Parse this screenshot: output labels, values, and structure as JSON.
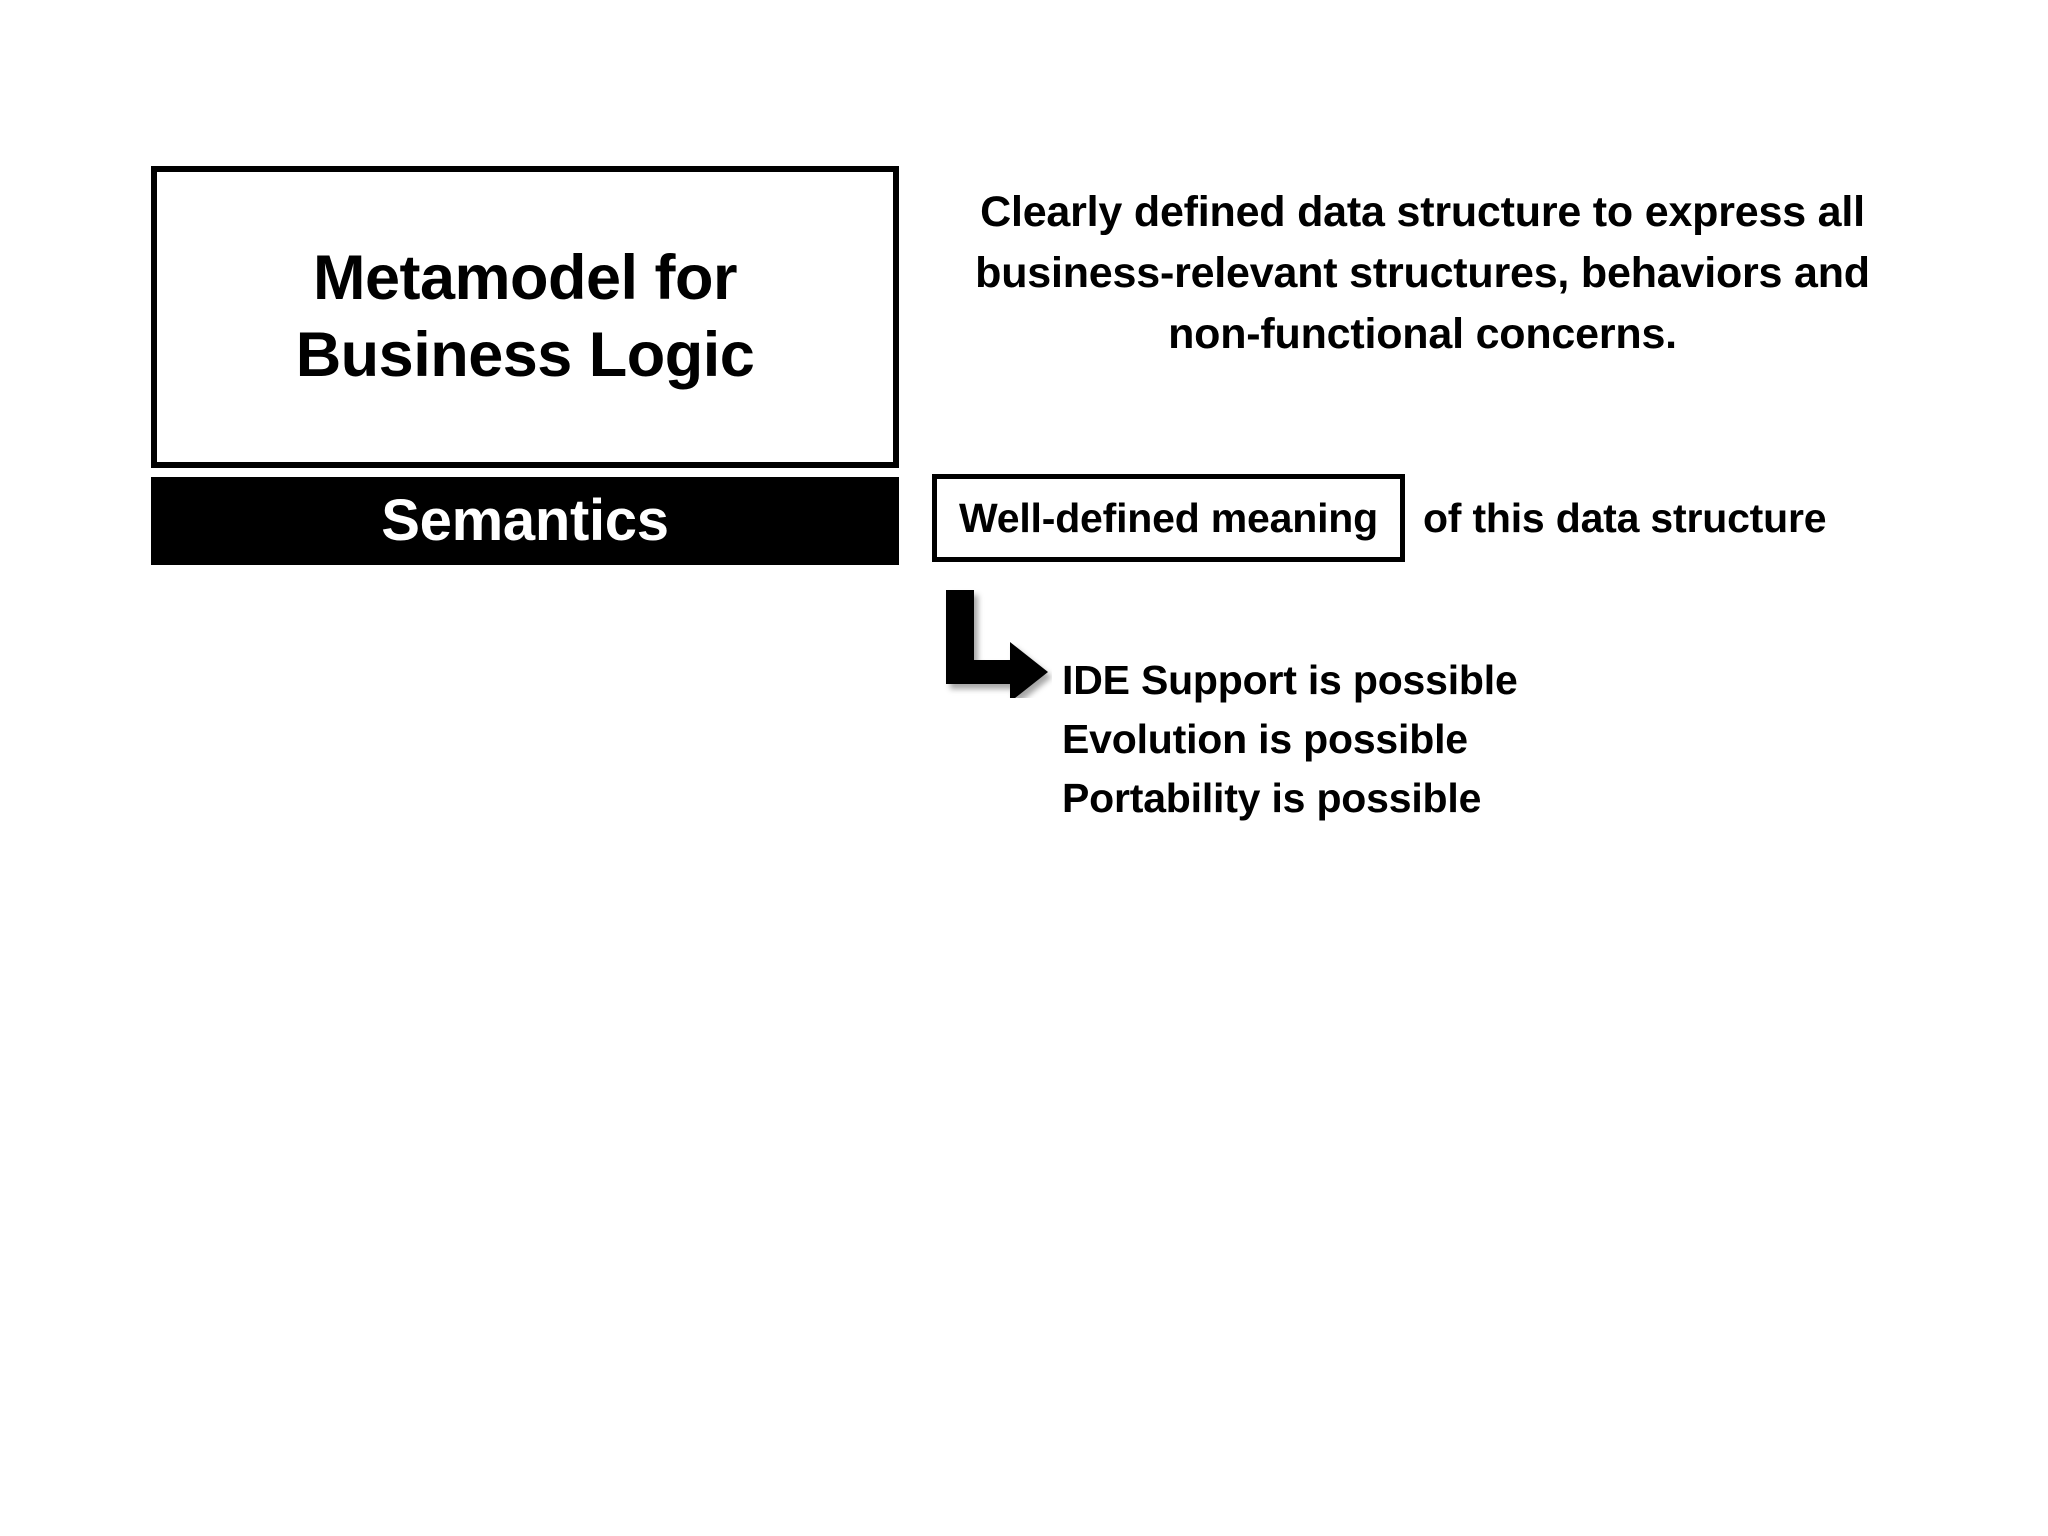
{
  "slide": {
    "background_color": "#ffffff",
    "text_color": "#000000",
    "accent_color": "#000000"
  },
  "metamodel_box": {
    "title_line_1": "Metamodel for",
    "title_line_2": "Business Logic",
    "border_color": "#000000",
    "fill_color": "#ffffff"
  },
  "semantics_bar": {
    "label": "Semantics",
    "fill_color": "#000000",
    "text_color": "#ffffff"
  },
  "intro_paragraph": {
    "line_1": "Clearly defined data structure to express all",
    "line_2": "business-relevant structures, behaviors and",
    "line_3": "non-functional concerns."
  },
  "meaning_row": {
    "box_label": "Well-defined meaning",
    "suffix": "of this data structure",
    "border_color": "#000000"
  },
  "arrow": {
    "icon": "elbow-arrow-down-right-icon",
    "color": "#000000"
  },
  "benefits": [
    "IDE Support is possible",
    "Evolution is possible",
    "Portability is possible"
  ]
}
